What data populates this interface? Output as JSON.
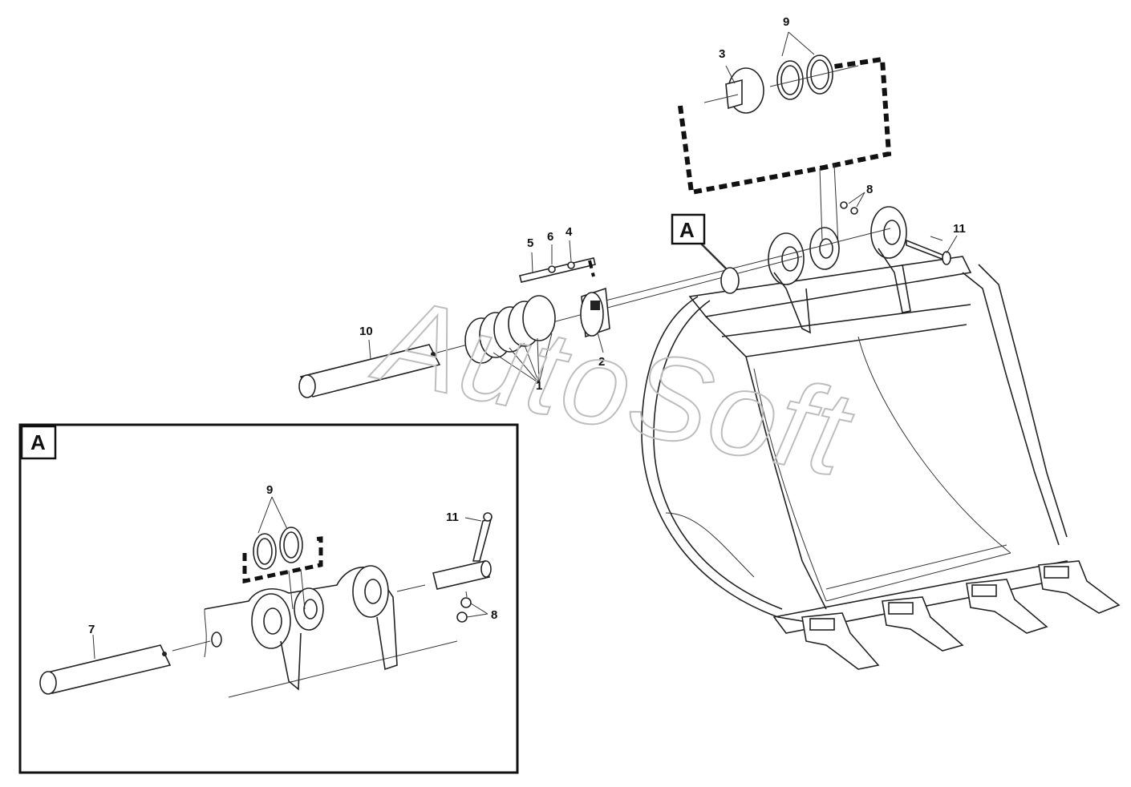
{
  "diagram": {
    "watermark": "AutoSoft",
    "detail_label": "A",
    "main_callouts": [
      {
        "id": "c-1",
        "text": "1"
      },
      {
        "id": "c-2",
        "text": "2"
      },
      {
        "id": "c-3",
        "text": "3"
      },
      {
        "id": "c-4",
        "text": "4"
      },
      {
        "id": "c-5",
        "text": "5"
      },
      {
        "id": "c-6",
        "text": "6"
      },
      {
        "id": "c-8",
        "text": "8"
      },
      {
        "id": "c-9",
        "text": "9"
      },
      {
        "id": "c-10",
        "text": "10"
      },
      {
        "id": "c-11",
        "text": "11"
      }
    ],
    "inset_callouts": [
      {
        "id": "i-7",
        "text": "7"
      },
      {
        "id": "i-8",
        "text": "8"
      },
      {
        "id": "i-9",
        "text": "9"
      },
      {
        "id": "i-11",
        "text": "11"
      }
    ]
  }
}
